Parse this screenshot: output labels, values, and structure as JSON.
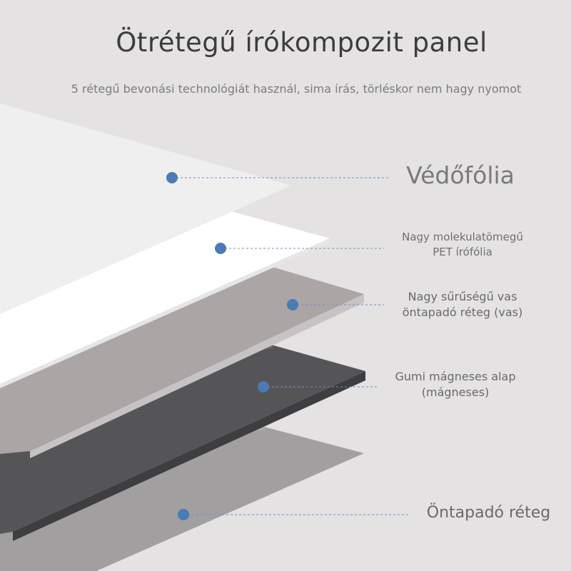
{
  "title": "Ötrétegű írókompozit panel",
  "subtitle": "5 rétegű bevonási technológiát használ, sima írás, törléskor nem hagy nyomot",
  "layers": [
    {
      "label": "Védőfólia",
      "color": "#f0eff0"
    },
    {
      "label": "Nagy molekulatömegű PET írófólia",
      "color": "#ffffff"
    },
    {
      "label": "Nagy sűrűségű vas öntapadó réteg (vas)",
      "color": "#aba5a6"
    },
    {
      "label": "Gumi mágneses alap (mágneses)",
      "color": "#555457"
    },
    {
      "label": "Öntapadó réteg",
      "color": "#a19fa0"
    }
  ],
  "colors": {
    "marker": "#4a7bb5",
    "leader": "#6b93c3",
    "background": "#e4e2e3"
  }
}
